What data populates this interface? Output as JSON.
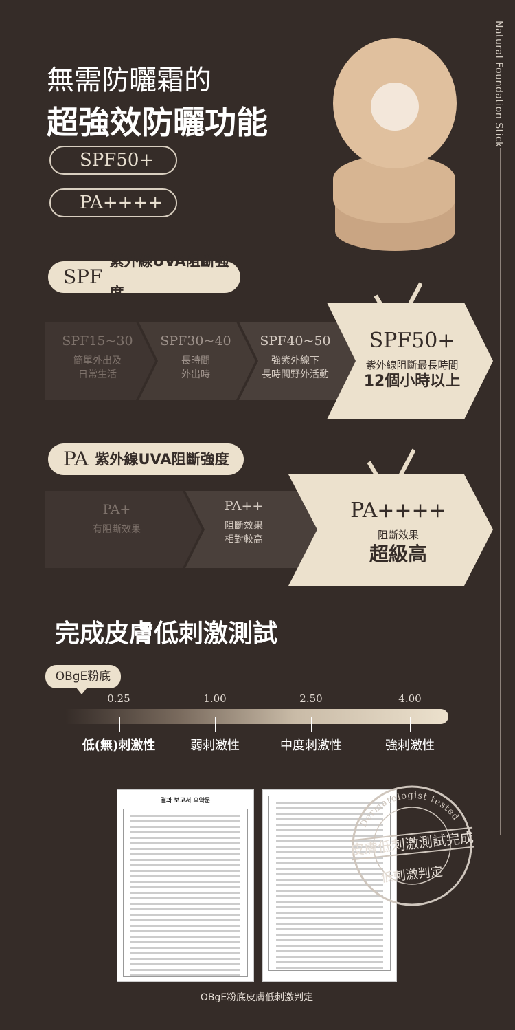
{
  "side_text": "Natural Foundation Stick",
  "headline": {
    "line1": "無需防曬霜的",
    "line2": "超強效防曬功能"
  },
  "badges": [
    "SPF50+",
    "PA++++"
  ],
  "spf_section": {
    "prefix": "SPF",
    "label": "紫外線UVA阻斷強度",
    "levels": [
      {
        "value": "SPF15~30",
        "desc1": "簡單外出及",
        "desc2": "日常生活"
      },
      {
        "value": "SPF30~40",
        "desc1": "長時間",
        "desc2": "外出時"
      },
      {
        "value": "SPF40~50",
        "desc1": "強紫外線下",
        "desc2": "長時間野外活動"
      },
      {
        "value": "SPF50+",
        "desc1": "紫外線阻斷最長時間",
        "desc2": "12個小時以上"
      }
    ]
  },
  "pa_section": {
    "prefix": "PA",
    "label": "紫外線UVA阻斷強度",
    "levels": [
      {
        "value": "PA+",
        "desc1": "有阻斷效果",
        "desc2": ""
      },
      {
        "value": "PA++",
        "desc1": "阻斷效果",
        "desc2": "相對較高"
      },
      {
        "value": "PA++++",
        "desc1": "阻斷效果",
        "desc2": "超級高"
      }
    ]
  },
  "test": {
    "title": "完成皮膚低刺激測試",
    "marker": "OBgE粉底",
    "scale": [
      {
        "value": "0.25",
        "label": "低(無)刺激性"
      },
      {
        "value": "1.00",
        "label": "弱刺激性"
      },
      {
        "value": "2.50",
        "label": "中度刺激性"
      },
      {
        "value": "4.00",
        "label": "強刺激性"
      }
    ],
    "doc_title": "결과 보고서 요약문",
    "stamp": {
      "arc": "Dermatologist tested",
      "line1": "皮膚低刺激測試完成",
      "line2": "低刺激判定"
    },
    "caption": "OBgE粉底皮膚低刺激判定"
  },
  "colors": {
    "background": "#352c28",
    "cream": "#ece1cd"
  }
}
